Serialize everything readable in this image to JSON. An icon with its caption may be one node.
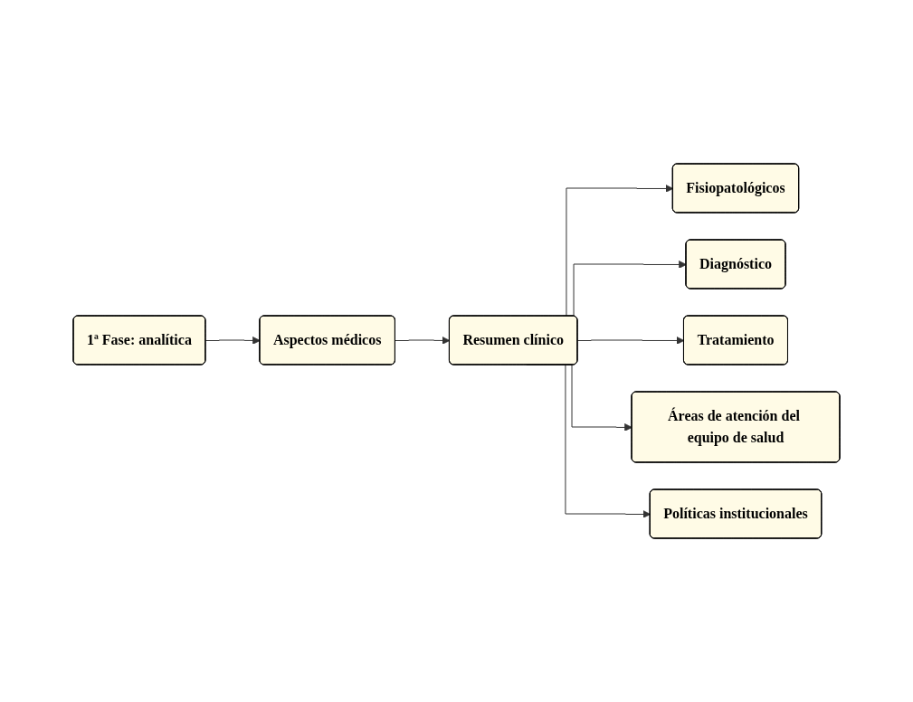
{
  "diagram": {
    "nodes": [
      {
        "text": [
          "1ª Fase: analítica"
        ]
      },
      {
        "text": [
          "Aspectos médicos"
        ]
      },
      {
        "text": [
          "Resumen clínico"
        ]
      },
      {
        "text": [
          "Fisiopatológicos"
        ]
      },
      {
        "text": [
          "Diagnóstico"
        ]
      },
      {
        "text": [
          "Tratamiento"
        ]
      },
      {
        "text": [
          "Áreas de atención del equipo de salud"
        ]
      },
      {
        "text": [
          "Políticas institucionales"
        ]
      }
    ],
    "edges": [
      {
        "from": 0,
        "to": 1,
        "arrow": "to"
      },
      {
        "from": 1,
        "to": 2,
        "arrow": "to"
      },
      {
        "from": 2,
        "to": 3,
        "arrow": "to"
      },
      {
        "from": 2,
        "to": 4,
        "arrow": "to"
      },
      {
        "from": 2,
        "to": 5,
        "arrow": "to"
      },
      {
        "from": 2,
        "to": 6,
        "arrow": "to"
      },
      {
        "from": 2,
        "to": 7,
        "arrow": "to"
      }
    ]
  }
}
